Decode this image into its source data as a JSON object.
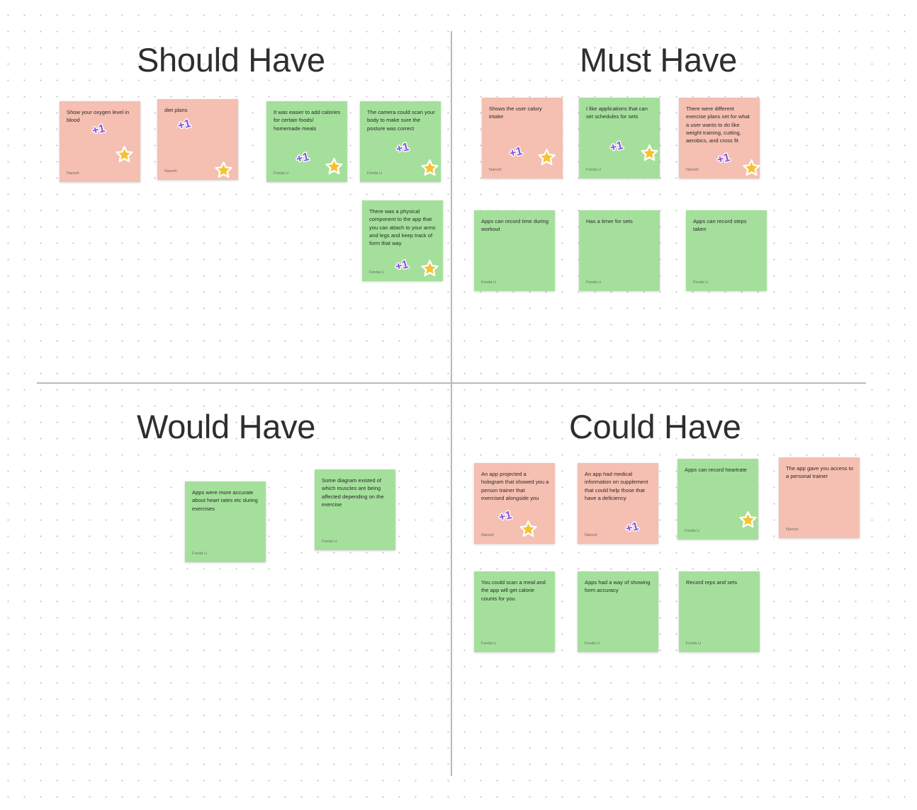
{
  "board": {
    "titles": {
      "should": "Should Have",
      "must": "Must Have",
      "would": "Would Have",
      "could": "Could Have"
    }
  },
  "colors": {
    "salmon_note": "#f5bfb1",
    "green_note": "#a4e09b",
    "plus_sticker": "#8552e0",
    "star_sticker": "#f6c233",
    "divider": "#b8b8b8"
  },
  "notes": [
    {
      "text": "Show your oxygen level in blood",
      "author": "Naresh",
      "color": "salmon",
      "plus_one": true,
      "star": true
    },
    {
      "text": "diet plans",
      "author": "Naresh",
      "color": "salmon",
      "plus_one": true,
      "star": true
    },
    {
      "text": "It was easier to add calories for certain foods/ homemade meals",
      "author": "Fonda Li",
      "color": "green",
      "plus_one": true,
      "star": true
    },
    {
      "text": "The camera could scan your body to make sure the posture was correct",
      "author": "Fonda Li",
      "color": "green",
      "plus_one": true,
      "star": true
    },
    {
      "text": "There was a physical component to the app that you can attach to your arms and legs and keep track of form that way",
      "author": "Fonda Li",
      "color": "green",
      "plus_one": true,
      "star": true
    },
    {
      "text": "Shows the user calory intake",
      "author": "Naresh",
      "color": "salmon",
      "plus_one": true,
      "star": true
    },
    {
      "text": "I like applications that can set schedules for sets",
      "author": "Fonda Li",
      "color": "green",
      "plus_one": true,
      "star": true
    },
    {
      "text": "There were different exercise plans set for what a user wants to do like weight training, cutting, aerobics, and cross fit",
      "author": "Naresh",
      "color": "salmon",
      "plus_one": true,
      "star": true
    },
    {
      "text": "Apps can record time during workout",
      "author": "Fonda Li",
      "color": "green",
      "plus_one": false,
      "star": false
    },
    {
      "text": "Has a timer for sets",
      "author": "Fonda Li",
      "color": "green",
      "plus_one": false,
      "star": false
    },
    {
      "text": "Apps can record steps taken",
      "author": "Fonda Li",
      "color": "green",
      "plus_one": false,
      "star": false
    },
    {
      "text": "Apps were more accurate about heart rates etc during exercises",
      "author": "Fonda Li",
      "color": "green",
      "plus_one": false,
      "star": false
    },
    {
      "text": "Some diagram existed of which muscles are being affected depending on the exercise",
      "author": "Fonda Li",
      "color": "green",
      "plus_one": false,
      "star": false
    },
    {
      "text": "An app projected a hologram that showed you a person trainer that exercised alongside you",
      "author": "Naresh",
      "color": "salmon",
      "plus_one": true,
      "star": true
    },
    {
      "text": "An app had medical information on supplement that could help those that have a deficiency",
      "author": "Naresh",
      "color": "salmon",
      "plus_one": true,
      "star": false
    },
    {
      "text": "Apps can record heartrate",
      "author": "Fonda Li",
      "color": "green",
      "plus_one": false,
      "star": true
    },
    {
      "text": "The app gave you access to a personal trainer",
      "author": "Naresh",
      "color": "salmon",
      "plus_one": false,
      "star": false
    },
    {
      "text": "You could scan a meal and the app will get calorie counts for you",
      "author": "Fonda Li",
      "color": "green",
      "plus_one": false,
      "star": false
    },
    {
      "text": "Apps had a way of showing form accuracy",
      "author": "Fonda Li",
      "color": "green",
      "plus_one": false,
      "star": false
    },
    {
      "text": "Record reps and sets",
      "author": "Fonda Li",
      "color": "green",
      "plus_one": false,
      "star": false
    }
  ],
  "stickers": {
    "plus_one_icon": "plus-one-sticker-icon",
    "star_icon": "star-sticker-icon"
  }
}
